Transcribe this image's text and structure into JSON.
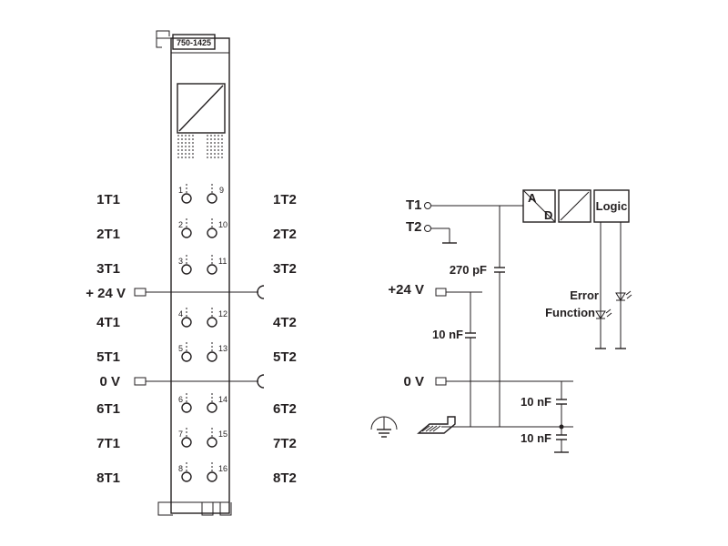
{
  "module": {
    "part_number": "750-1425"
  },
  "left_labels": [
    "1T1",
    "2T1",
    "3T1",
    "4T1",
    "5T1",
    "6T1",
    "7T1",
    "8T1"
  ],
  "right_labels": [
    "1T2",
    "2T2",
    "3T2",
    "4T2",
    "5T2",
    "6T2",
    "7T2",
    "8T2"
  ],
  "power_labels": {
    "plus24": "+ 24 V",
    "zero": "0 V"
  },
  "pin_numbers": {
    "left": [
      "1",
      "2",
      "3",
      "4",
      "5",
      "6",
      "7",
      "8"
    ],
    "right": [
      "9",
      "10",
      "11",
      "12",
      "13",
      "14",
      "15",
      "16"
    ]
  },
  "schematic": {
    "t1": "T1",
    "t2": "T2",
    "plus24": "+24 V",
    "zero": "0 V",
    "cap_270": "270 pF",
    "cap_10_a": "10 nF",
    "cap_10_b": "10 nF",
    "cap_10_c": "10 nF",
    "ad_a": "A",
    "ad_d": "D",
    "logic": "Logic",
    "error": "Error",
    "function": "Function"
  }
}
